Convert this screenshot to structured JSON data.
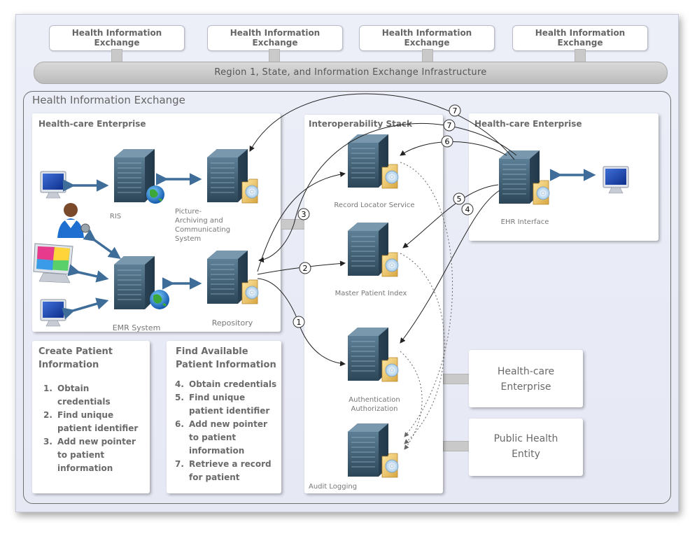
{
  "top_exchanges": [
    "Health Information\nExchange",
    "Health Information\nExchange",
    "Health Information\nExchange",
    "Health Information\nExchange"
  ],
  "bus_label": "Region 1, State, and Information Exchange Infrastructure",
  "outer_title": "Health Information Exchange",
  "left_enterprise": {
    "title": "Health-care  Enterprise",
    "ris": "RIS",
    "pacs": "Picture-\nArchiving and\nCommunicating\nSystem",
    "emr": "EMR System",
    "repository": "Repository"
  },
  "stack": {
    "title": "Interoperability Stack",
    "rls": "Record Locator Service",
    "mpi": "Master Patient Index",
    "auth": "Authentication\nAuthorization",
    "audit": "Audit Logging"
  },
  "right_enterprise": {
    "title": "Health-care  Enterprise",
    "ehr": "EHR Interface"
  },
  "create_panel": {
    "title": "Create Patient\nInformation",
    "steps": [
      {
        "n": "1.",
        "t": "Obtain\ncredentials"
      },
      {
        "n": "2.",
        "t": "Find unique\npatient identifier"
      },
      {
        "n": "3.",
        "t": "Add new pointer\nto patient\ninformation"
      }
    ]
  },
  "find_panel": {
    "title": "Find Available\nPatient Information",
    "steps": [
      {
        "n": "4.",
        "t": "Obtain credentials"
      },
      {
        "n": "5.",
        "t": "Find unique\npatient identifier"
      },
      {
        "n": "6.",
        "t": "Add new pointer\nto patient\ninformation"
      },
      {
        "n": "7.",
        "t": "Retrieve a record\nfor patient"
      }
    ]
  },
  "side_boxes": {
    "enterprise": "Health-care\nEnterprise",
    "public": "Public Health\nEntity"
  },
  "markers": [
    "7",
    "7",
    "6",
    "5",
    "4",
    "3",
    "2",
    "1"
  ]
}
